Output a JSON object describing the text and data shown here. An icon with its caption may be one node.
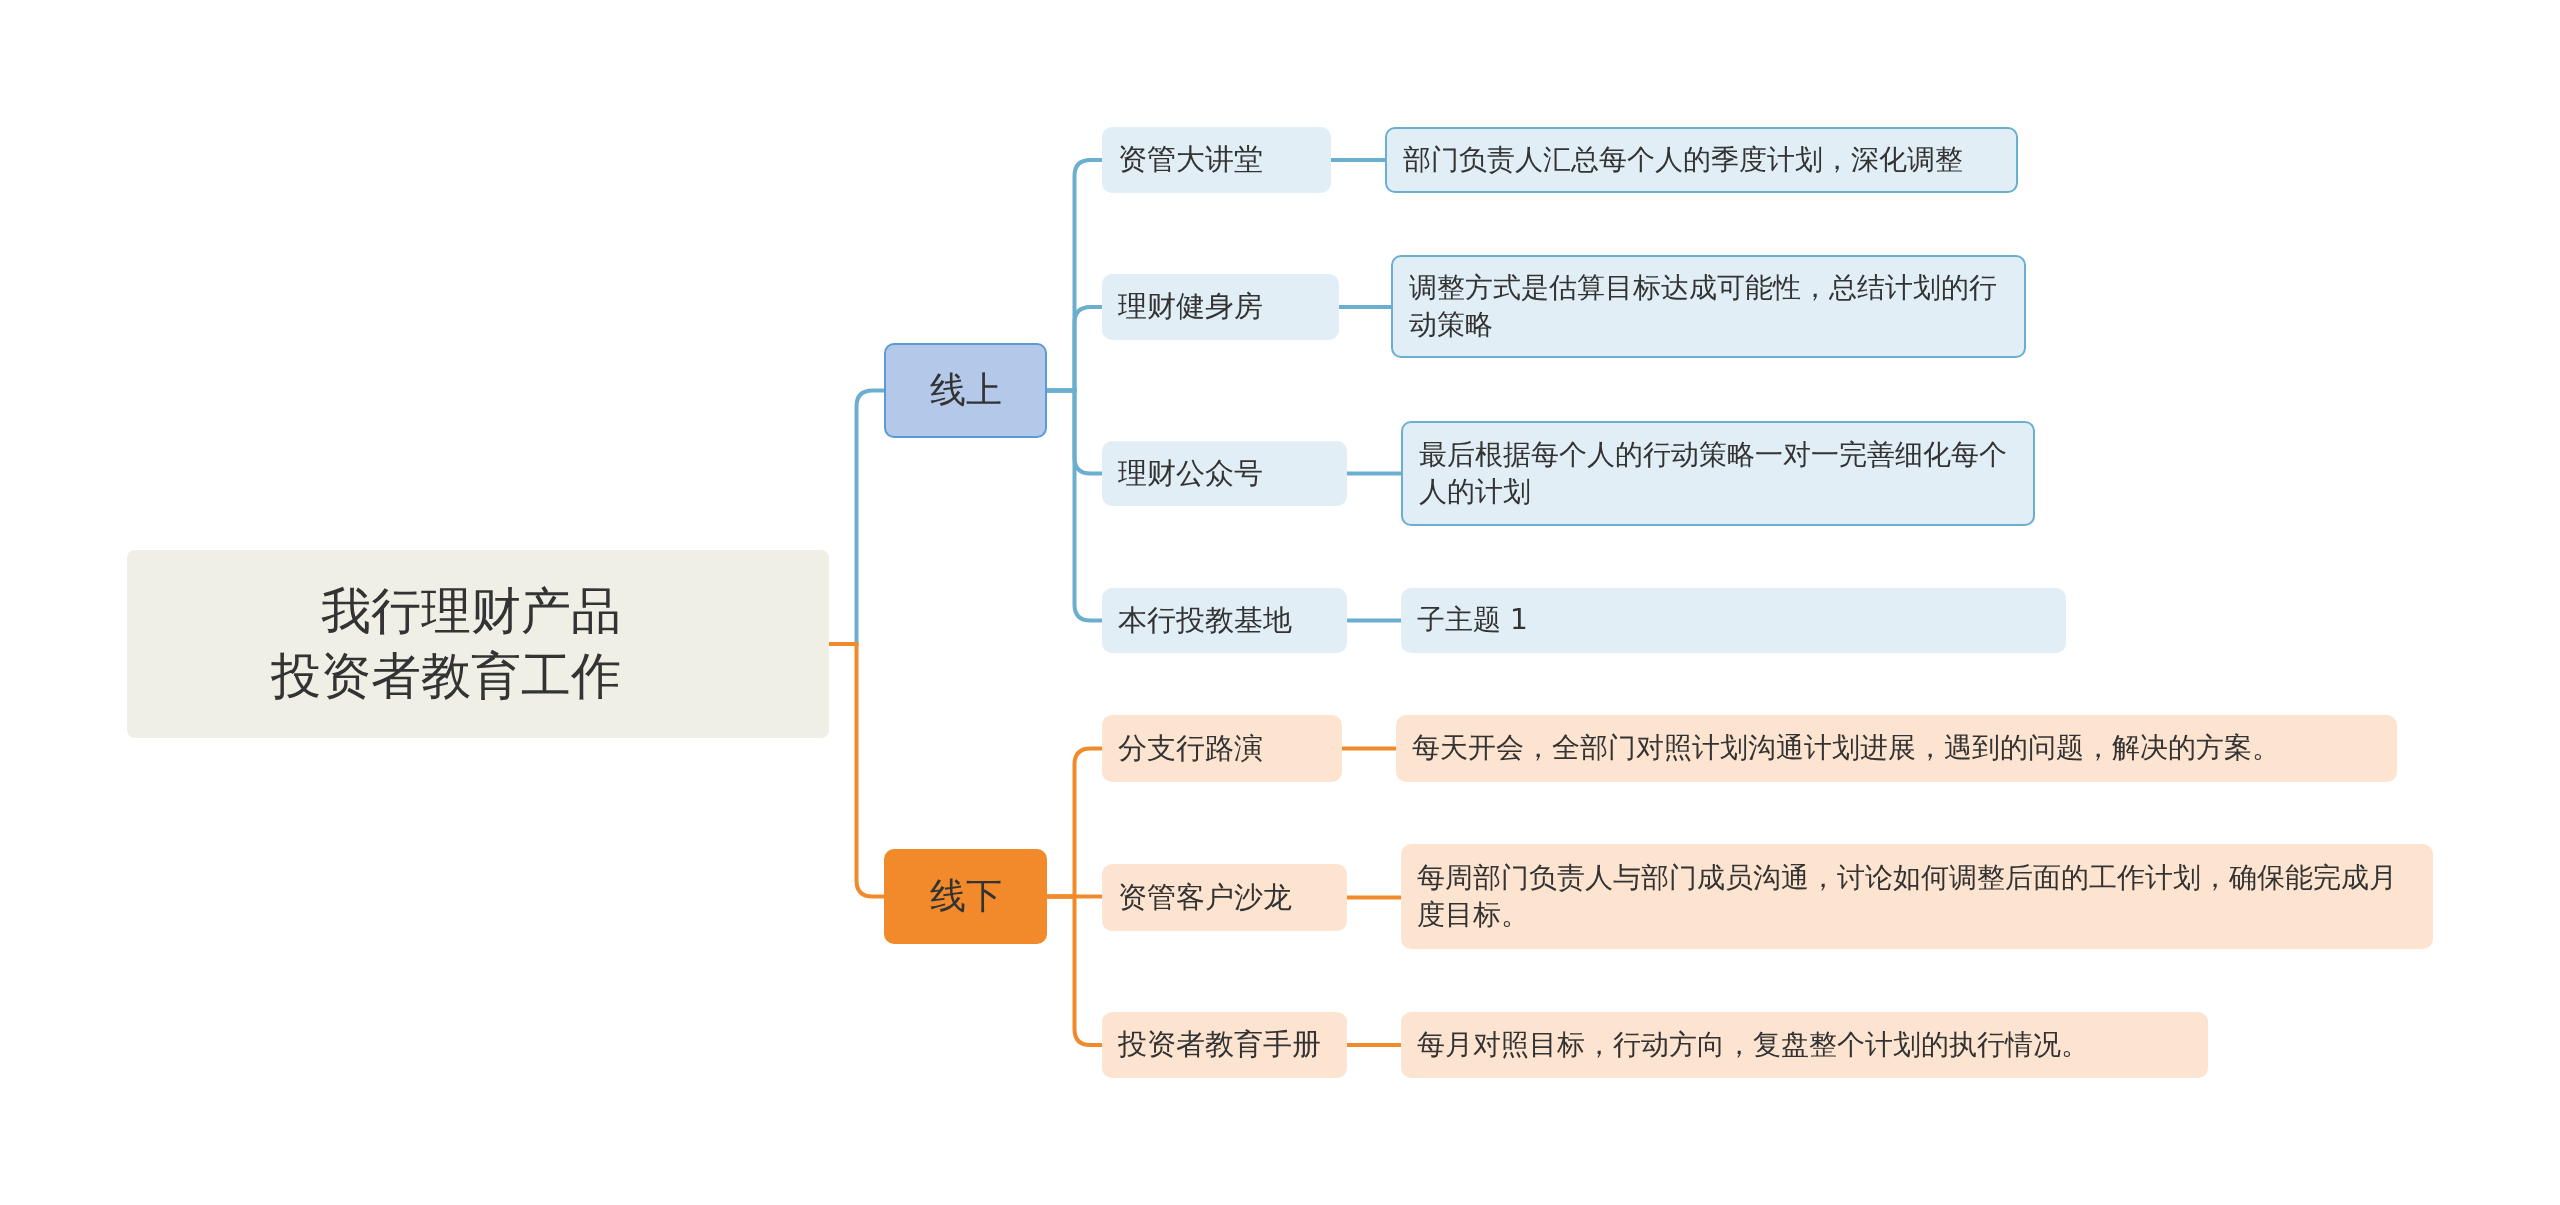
{
  "diagram": {
    "nodes": [
      {
        "text": [
          "我行理财产品投资者教育工作"
        ]
      },
      {
        "text": [
          "线上"
        ]
      },
      {
        "text": [
          "线下"
        ]
      },
      {
        "text": [
          "资管大讲堂"
        ]
      },
      {
        "text": [
          "理财健身房"
        ]
      },
      {
        "text": [
          "理财公众号"
        ]
      },
      {
        "text": [
          "本行投教基地"
        ]
      },
      {
        "text": [
          "部门负责人汇总每个人的季度计划，深化调整"
        ]
      },
      {
        "text": [
          "调整方式是估算目标达成可能性，总结计划的行动策略"
        ]
      },
      {
        "text": [
          "最后根据每个人的行动策略一对一完善细化每个人的计划"
        ]
      },
      {
        "text": [
          "子主题 1"
        ]
      },
      {
        "text": [
          "分支行路演"
        ]
      },
      {
        "text": [
          "资管客户沙龙"
        ]
      },
      {
        "text": [
          "投资者教育手册"
        ]
      },
      {
        "text": [
          "每天开会，全部门对照计划沟通计划进展，遇到的问题，解决的方案。"
        ]
      },
      {
        "text": [
          "每周部门负责人与部门成员沟通，讨论如何调整后面的工作计划，确保能完成月度目标。"
        ]
      },
      {
        "text": [
          "每月对照目标，行动方向，复盘整个计划的执行情况。"
        ]
      }
    ],
    "edges": [
      {
        "from": 0,
        "to": 1,
        "arrow": "none"
      },
      {
        "from": 0,
        "to": 2,
        "arrow": "none",
        "color": "#f08a2b"
      },
      {
        "from": 1,
        "to": 3,
        "arrow": "none"
      },
      {
        "from": 1,
        "to": 4,
        "arrow": "none"
      },
      {
        "from": 1,
        "to": 5,
        "arrow": "none"
      },
      {
        "from": 1,
        "to": 6,
        "arrow": "none"
      },
      {
        "from": 3,
        "to": 7,
        "arrow": "none"
      },
      {
        "from": 4,
        "to": 8,
        "arrow": "none"
      },
      {
        "from": 5,
        "to": 9,
        "arrow": "none"
      },
      {
        "from": 6,
        "to": 10,
        "arrow": "none"
      },
      {
        "from": 2,
        "to": 11,
        "arrow": "none",
        "color": "#f08a2b"
      },
      {
        "from": 2,
        "to": 12,
        "arrow": "none",
        "color": "#f08a2b"
      },
      {
        "from": 2,
        "to": 13,
        "arrow": "none",
        "color": "#f08a2b"
      },
      {
        "from": 11,
        "to": 14,
        "arrow": "none",
        "color": "#f08a2b"
      },
      {
        "from": 12,
        "to": 15,
        "arrow": "none",
        "color": "#f08a2b"
      },
      {
        "from": 13,
        "to": 16,
        "arrow": "none",
        "color": "#f08a2b"
      }
    ]
  }
}
